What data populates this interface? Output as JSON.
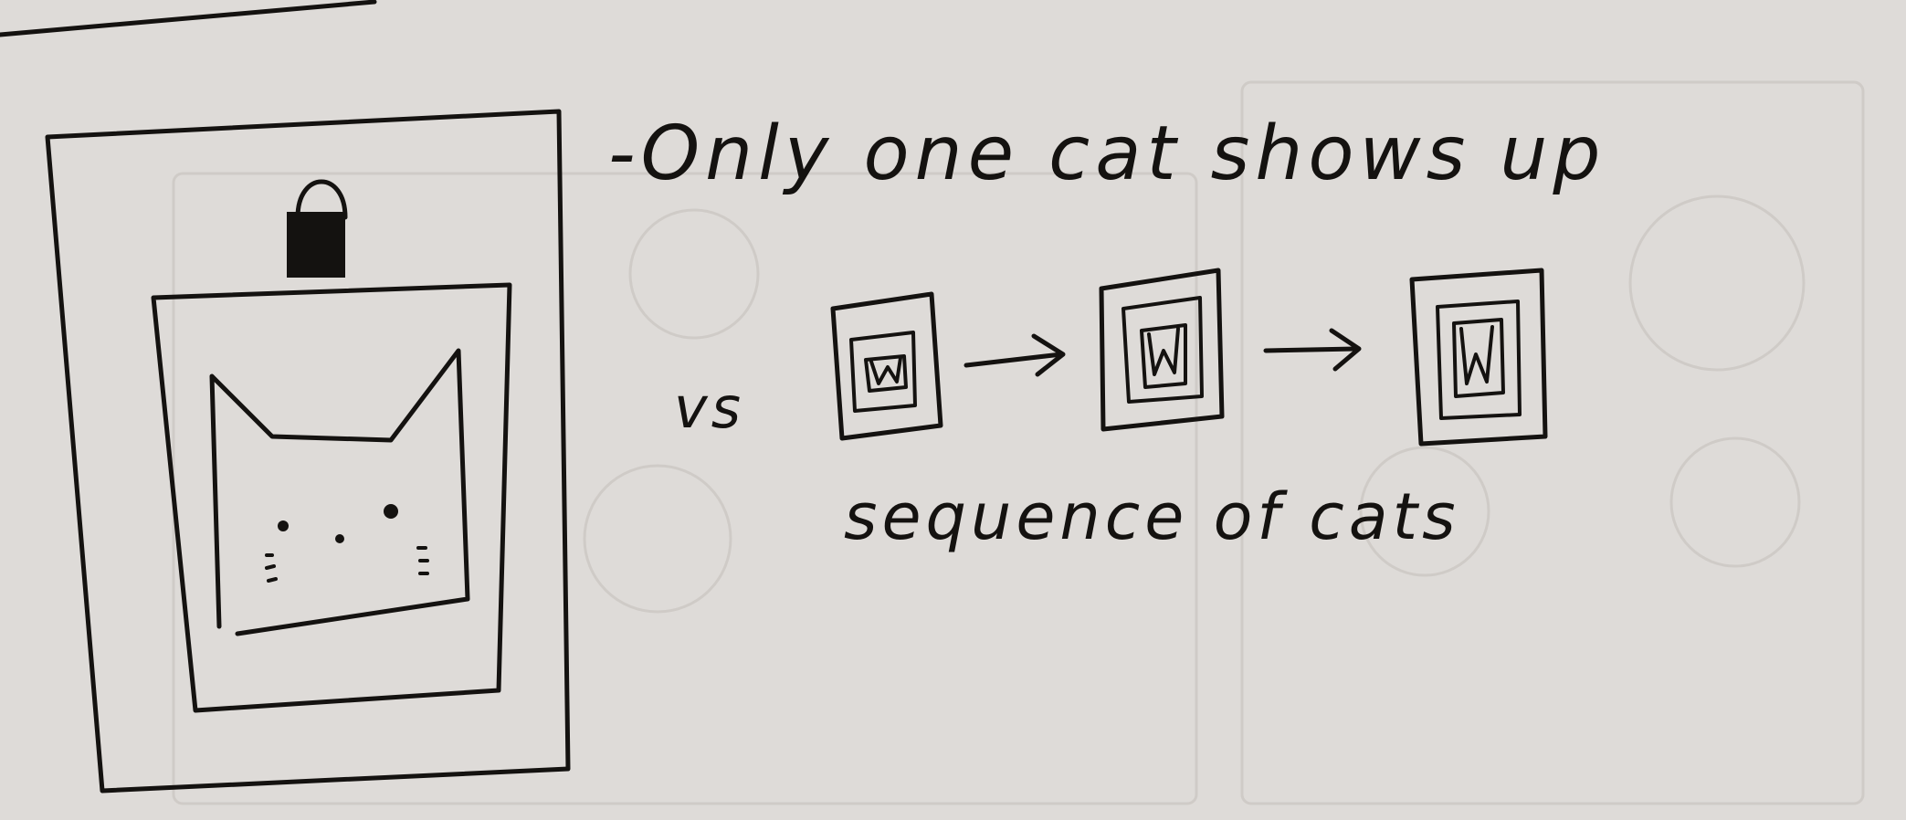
{
  "notes": {
    "main_note": "-Only one cat shows up",
    "comparison_word": "vs",
    "sequence_caption": "sequence of cats"
  },
  "sketch": {
    "large_frame_icon": "locked-cat-frame",
    "lock_icon": "padlock",
    "cat_icon": "cat-face",
    "small_frame_icon": "mini-cat-frame",
    "arrow_icon": "right-arrow",
    "small_frame_count": 3
  }
}
